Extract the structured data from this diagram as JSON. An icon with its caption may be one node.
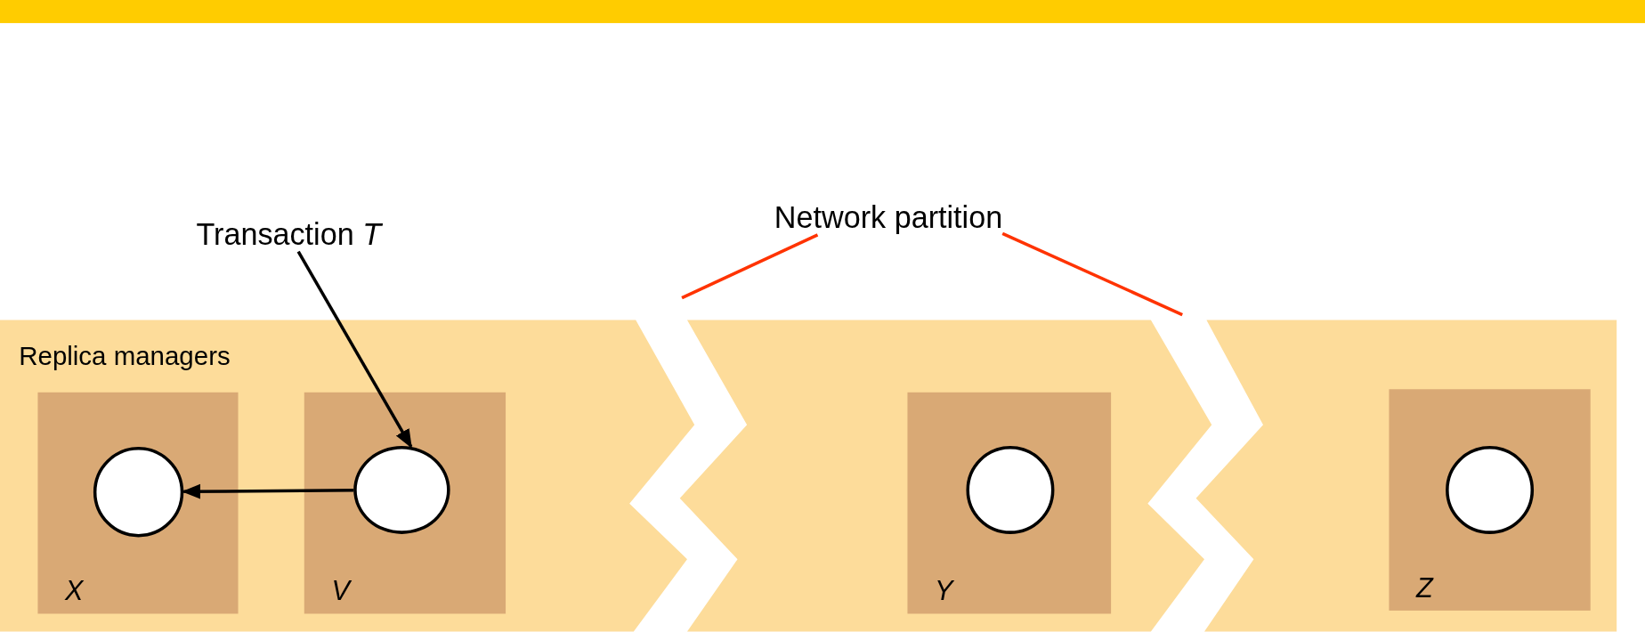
{
  "diagram": {
    "nodes": [
      {
        "text": [
          "Replica managers"
        ]
      },
      {
        "text": [
          "X"
        ],
        "in": 0
      },
      {
        "text": [],
        "shape": "circle",
        "in": 1
      },
      {
        "text": [
          "V"
        ],
        "in": 0
      },
      {
        "text": [],
        "shape": "circle",
        "in": 3
      },
      {
        "text": [],
        "shape": "box"
      },
      {
        "text": [
          "Y"
        ],
        "in": 5
      },
      {
        "text": [],
        "shape": "circle",
        "in": 6
      },
      {
        "text": [],
        "shape": "box"
      },
      {
        "text": [
          "Z"
        ],
        "in": 8
      },
      {
        "text": [],
        "shape": "circle",
        "in": 9
      },
      {
        "text": [
          "Transaction *T*"
        ]
      },
      {
        "text": [
          "Network partition"
        ]
      }
    ],
    "edges": [
      {
        "from": 11,
        "to": 4,
        "arrow": "to"
      },
      {
        "from": 4,
        "to": 2,
        "arrow": "to"
      },
      {
        "from": 12,
        "to": null,
        "arrow": "none",
        "color": "#ff3300"
      },
      {
        "from": 12,
        "to": null,
        "arrow": "none",
        "color": "#ff3300"
      }
    ]
  }
}
